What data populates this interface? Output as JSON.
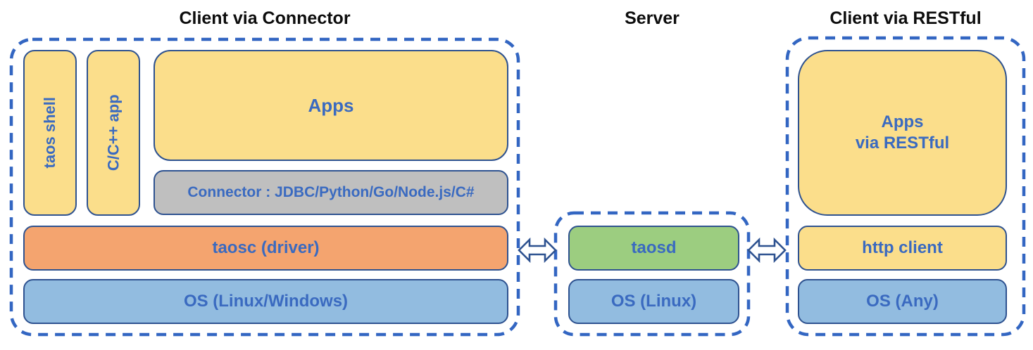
{
  "colors": {
    "yellow_fill": "#FBDE8B",
    "orange_fill": "#F4A46F",
    "blue_fill": "#92BCE0",
    "green_fill": "#9CCD80",
    "gray_fill": "#BFBFBF",
    "box_border": "#2E5290",
    "dashed_border": "#3366C2",
    "label_text": "#3A6AC0",
    "title_text": "#0D0D0D"
  },
  "diagram": {
    "left": {
      "title": "Client via Connector",
      "boxes": {
        "taos_shell": "taos shell",
        "c_app": "C/C++ app",
        "apps": "Apps",
        "connector": "Connector : JDBC/Python/Go/Node.js/C#",
        "taosc": "taosc (driver)",
        "os": "OS (Linux/Windows)"
      }
    },
    "server": {
      "title": "Server",
      "boxes": {
        "taosd": "taosd",
        "os": "OS (Linux)"
      }
    },
    "rest": {
      "title": "Client via RESTful",
      "boxes": {
        "apps_line1": "Apps",
        "apps_line2": "via RESTful",
        "http_client": "http client",
        "os": "OS (Any)"
      }
    }
  }
}
